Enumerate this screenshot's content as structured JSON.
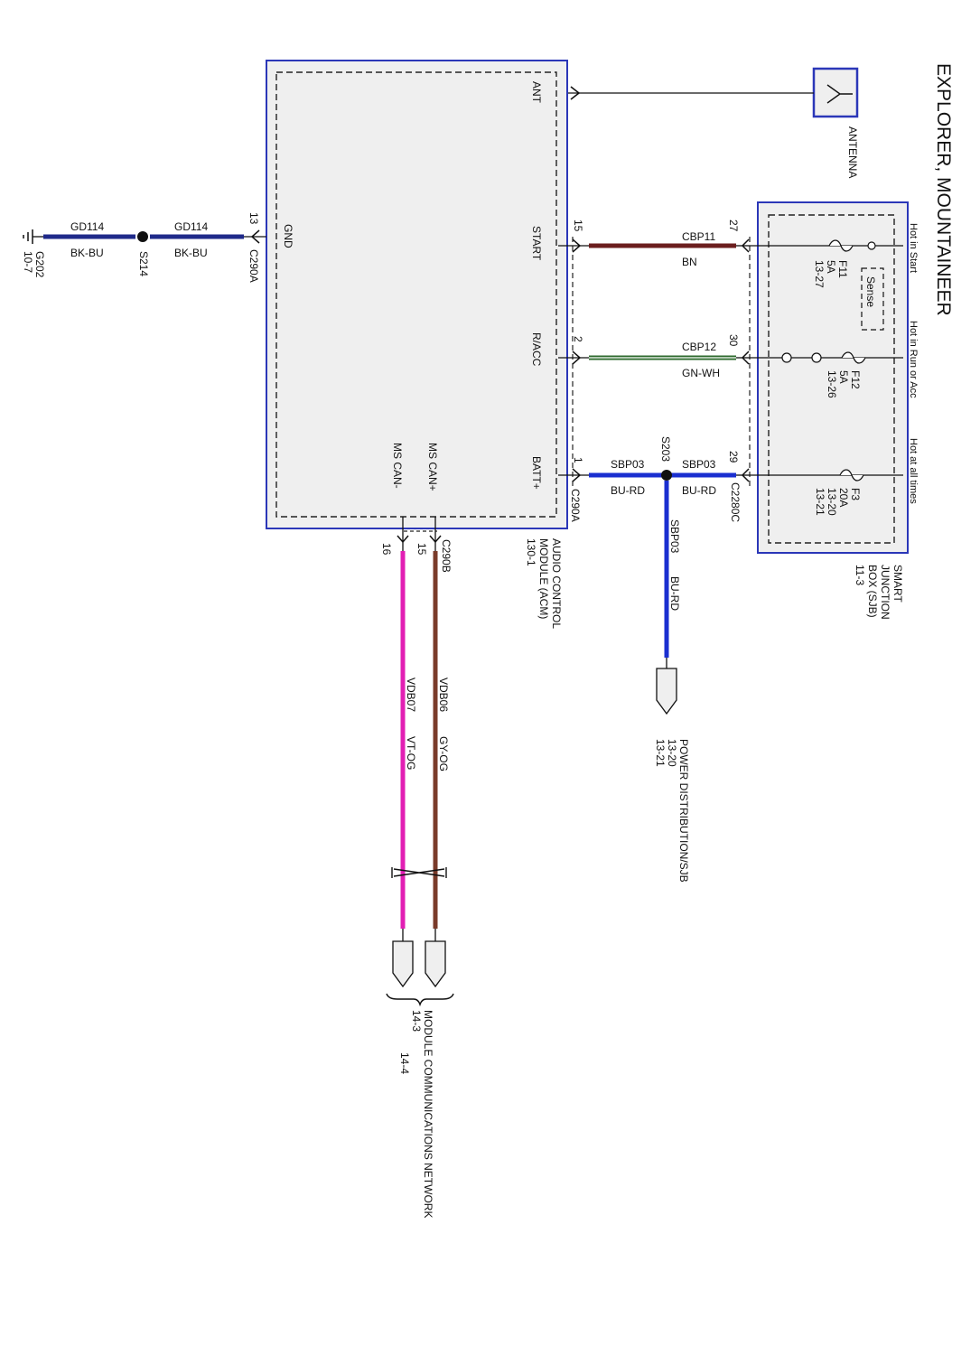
{
  "title": "EXPLORER, MOUNTAINEER",
  "colors": {
    "module_border": "#2b37b8",
    "module_fill": "#efefef",
    "wire_bk_bu": "#1f2a8a",
    "wire_bn": "#6b1e1e",
    "wire_gn_wh": "#2f6b2f",
    "wire_bu_rd": "#1a2fd0",
    "wire_vt_og": "#e21fb4",
    "wire_gy_og": "#7a3b2a"
  },
  "antenna": {
    "label": "ANTENNA"
  },
  "acm": {
    "name_lines": [
      "AUDIO CONTROL",
      "MODULE (ACM)",
      "130-1"
    ],
    "pins": {
      "ant": "ANT",
      "start": "START",
      "racc": "R/ACC",
      "batt": "BATT+",
      "gnd": "GND",
      "ms_can_plus": "MS CAN+",
      "ms_can_minus": "MS CAN-"
    },
    "connectors": {
      "right": "C290A",
      "gnd": "C290A",
      "bottom": "C290B"
    },
    "pin_numbers": {
      "start": "15",
      "racc": "2",
      "batt": "1",
      "gnd": "13",
      "can_plus": "15",
      "can_minus": "16"
    }
  },
  "sjb": {
    "name_lines": [
      "SMART",
      "JUNCTION",
      "BOX (SJB)",
      "11-3"
    ],
    "hot_labels": [
      "Hot in Start",
      "Hot in Run or Acc",
      "Hot at all times"
    ],
    "sense": "Sense",
    "fuses": [
      {
        "lines": [
          "F11",
          "5A",
          "13-27"
        ]
      },
      {
        "lines": [
          "F12",
          "5A",
          "13-26"
        ]
      },
      {
        "lines": [
          "F3",
          "20A",
          "13-20",
          "13-21"
        ]
      }
    ],
    "connector": "C2280C",
    "pin_numbers": {
      "start": "27",
      "racc": "30",
      "batt": "29"
    }
  },
  "wires": {
    "start": {
      "circuit": "CBP11",
      "color": "BN"
    },
    "racc": {
      "circuit": "CBP12",
      "color": "GN-WH"
    },
    "batt_left": {
      "circuit": "SBP03",
      "color": "BU-RD"
    },
    "batt_right": {
      "circuit": "SBP03",
      "color": "BU-RD"
    },
    "power_branch": {
      "circuit": "SBP03",
      "color": "BU-RD"
    },
    "gnd_left": {
      "circuit": "GD114",
      "color": "BK-BU"
    },
    "gnd_right": {
      "circuit": "GD114",
      "color": "BK-BU"
    },
    "can_plus": {
      "circuit": "VDB06",
      "color": "GY-OG"
    },
    "can_minus": {
      "circuit": "VDB07",
      "color": "VT-OG"
    }
  },
  "splices": {
    "batt": "S203",
    "gnd": "S214"
  },
  "ground": {
    "lines": [
      "G202",
      "10-7"
    ]
  },
  "power_distribution": {
    "lines": [
      "POWER DISTRIBUTION/SJB",
      "13-20",
      "13-21"
    ]
  },
  "module_comm": {
    "lines": [
      "MODULE COMMUNICATIONS NETWORK",
      "14-3",
      "14-4"
    ]
  }
}
